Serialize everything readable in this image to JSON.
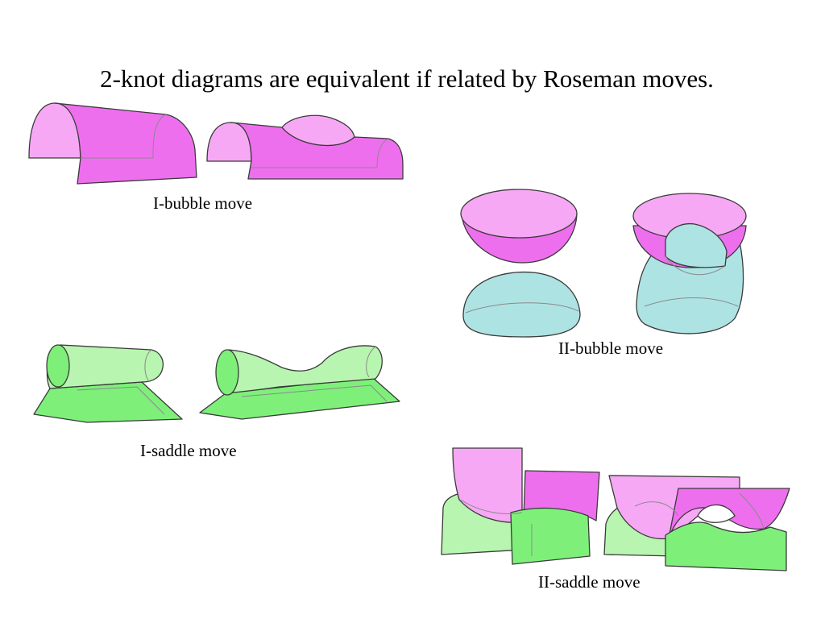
{
  "title": "2-knot diagrams are equivalent if related by Roseman moves.",
  "captions": {
    "i_bubble": "I-bubble move",
    "ii_bubble": "II-bubble move",
    "i_saddle": "I-saddle move",
    "ii_saddle": "II-saddle move"
  },
  "colors": {
    "pink_light": "#f7a8f5",
    "pink_dark": "#ee6fee",
    "cyan": "#aee3e4",
    "green_light": "#b8f5b0",
    "green_dark": "#7ef07a",
    "outline": "#3a3a3a"
  }
}
